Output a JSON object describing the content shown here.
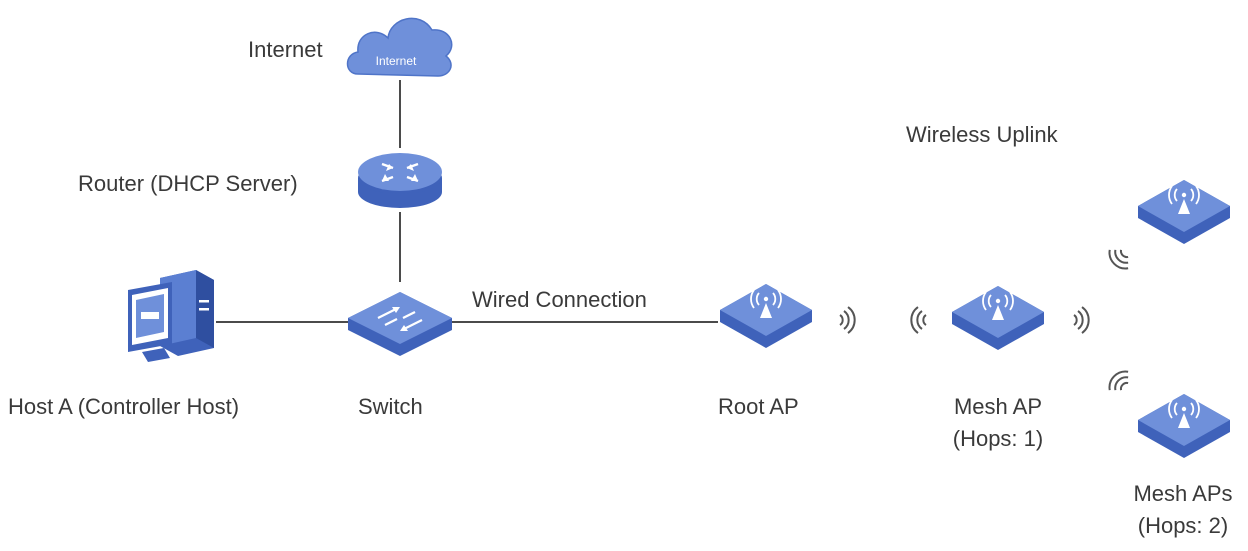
{
  "diagram": {
    "colors": {
      "device_top": "#6f90da",
      "device_side": "#3f62ba",
      "line": "#4b4b4b",
      "signal": "#555555",
      "text": "#3a3a3a"
    },
    "nodes": {
      "internet": {
        "label": "Internet",
        "icon_text": "Internet",
        "icon": "cloud-icon"
      },
      "router": {
        "label": "Router (DHCP Server)",
        "icon": "router-icon"
      },
      "switch": {
        "label": "Switch",
        "icon": "switch-icon"
      },
      "host": {
        "label": "Host A (Controller Host)",
        "icon": "desktop-computer-icon"
      },
      "root_ap": {
        "label": "Root AP",
        "icon": "access-point-icon"
      },
      "mesh_ap": {
        "label_line1": "Mesh AP",
        "label_line2": "(Hops: 1)",
        "icon": "access-point-icon"
      },
      "mesh_aps": {
        "label_line1": "Mesh APs",
        "label_line2": "(Hops: 2)",
        "icon": "access-point-icon"
      }
    },
    "links": {
      "wired_label": "Wired Connection",
      "wireless_label": "Wireless Uplink"
    }
  }
}
